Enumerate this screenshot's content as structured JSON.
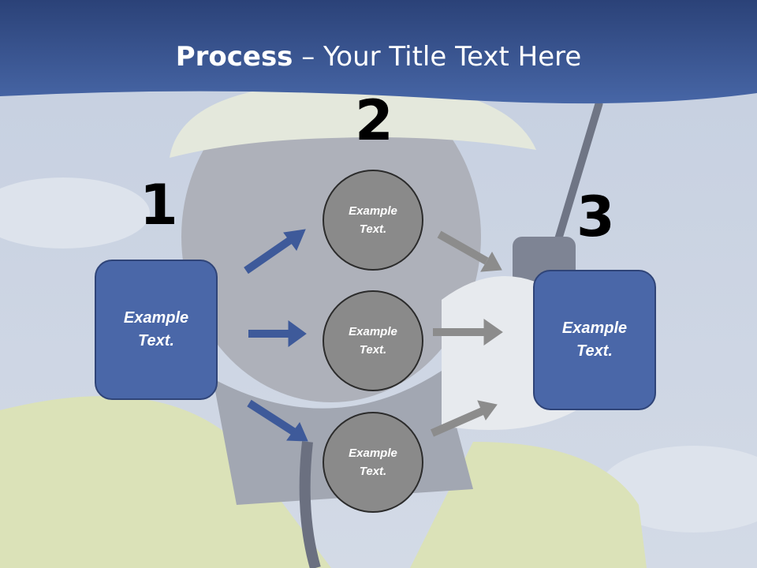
{
  "title": {
    "bold": "Process",
    "rest": " – Your Title Text Here"
  },
  "steps": [
    "1",
    "2",
    "3"
  ],
  "left_box": {
    "text": "Example Text."
  },
  "circles": [
    {
      "text": "Example Text."
    },
    {
      "text": "Example Text."
    },
    {
      "text": "Example Text."
    }
  ],
  "right_box": {
    "text": "Example Text."
  },
  "colors": {
    "header": "#36528f",
    "box_fill": "#4a67a8",
    "circle_fill": "#8a8a8a",
    "blue_arrow": "#3e5a9a",
    "gray_arrow": "#8c8c8c"
  }
}
